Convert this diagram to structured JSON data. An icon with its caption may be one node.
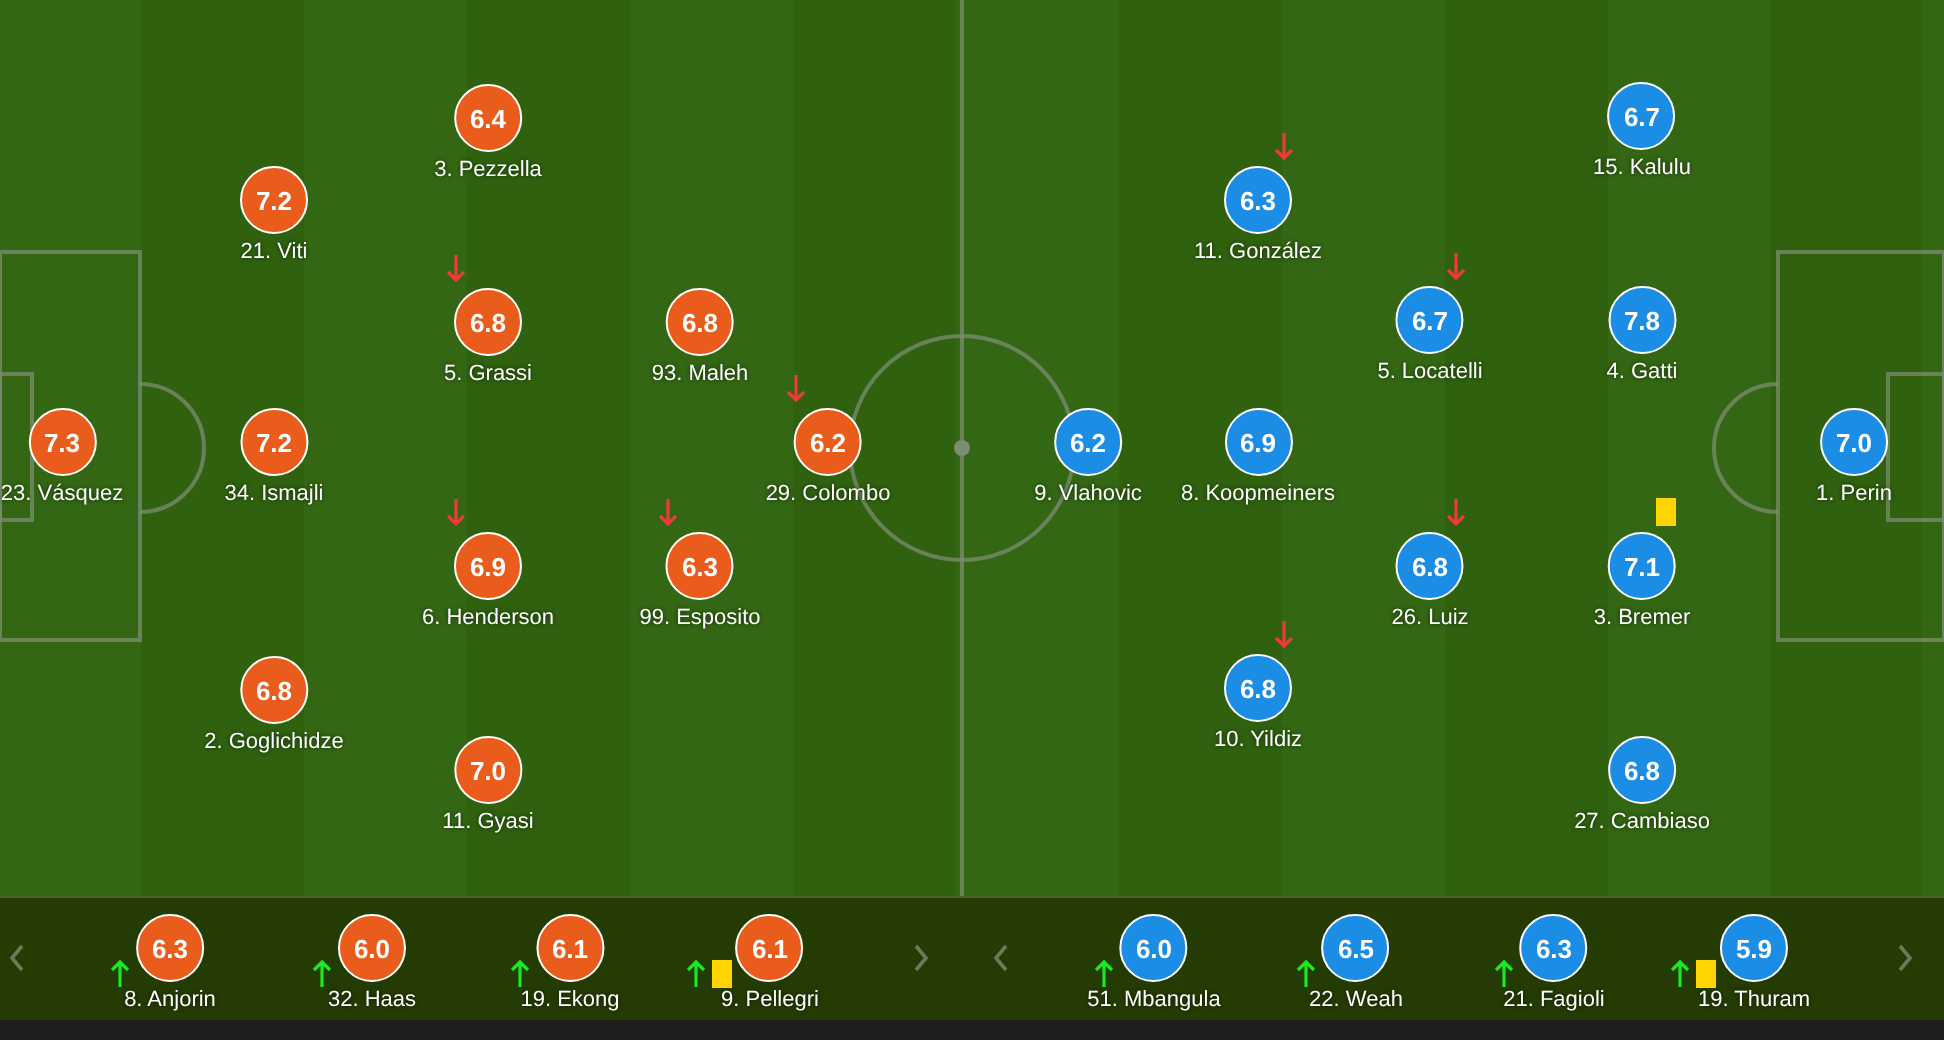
{
  "diagram": {
    "nodes": [
      {
        "text": [
          "7.3"
        ],
        "beside": [
          "23. Vásquez"
        ]
      },
      {
        "text": [
          "7.2"
        ],
        "beside": [
          "21. Viti"
        ]
      },
      {
        "text": [
          "7.2"
        ],
        "beside": [
          "34. Ismajli"
        ]
      },
      {
        "text": [
          "6.8"
        ],
        "beside": [
          "2. Goglichidze"
        ]
      },
      {
        "text": [
          "6.4"
        ],
        "beside": [
          "3. Pezzella"
        ]
      },
      {
        "text": [
          "6.8"
        ],
        "beside": [
          "5. Grassi"
        ]
      },
      {
        "text": [
          "6.9"
        ],
        "beside": [
          "6. Henderson"
        ]
      },
      {
        "text": [
          "7.0"
        ],
        "beside": [
          "11. Gyasi"
        ]
      },
      {
        "text": [
          "6.8"
        ],
        "beside": [
          "93. Maleh"
        ]
      },
      {
        "text": [
          "6.3"
        ],
        "beside": [
          "99. Esposito"
        ]
      },
      {
        "text": [
          "6.2"
        ],
        "beside": [
          "29. Colombo"
        ]
      },
      {
        "text": [
          "6.2"
        ],
        "beside": [
          "9. Vlahovic"
        ]
      },
      {
        "text": [
          "6.3"
        ],
        "beside": [
          "11. González"
        ]
      },
      {
        "text": [
          "6.9"
        ],
        "beside": [
          "8. Koopmeiners"
        ]
      },
      {
        "text": [
          "6.8"
        ],
        "beside": [
          "10. Yildiz"
        ]
      },
      {
        "text": [
          "6.7"
        ],
        "beside": [
          "5. Locatelli"
        ]
      },
      {
        "text": [
          "6.8"
        ],
        "beside": [
          "26. Luiz"
        ]
      },
      {
        "text": [
          "6.7"
        ],
        "beside": [
          "15. Kalulu"
        ]
      },
      {
        "text": [
          "7.8"
        ],
        "beside": [
          "4. Gatti"
        ]
      },
      {
        "text": [
          "7.1"
        ],
        "beside": [
          "3. Bremer"
        ]
      },
      {
        "text": [
          "6.8"
        ],
        "beside": [
          "27. Cambiaso"
        ]
      },
      {
        "text": [
          "7.0"
        ],
        "beside": [
          "1. Perin"
        ]
      },
      {
        "text": [
          "6.3"
        ],
        "beside": [
          "8. Anjorin"
        ]
      },
      {
        "text": [
          "6.0"
        ],
        "beside": [
          "32. Haas"
        ]
      },
      {
        "text": [
          "6.1"
        ],
        "beside": [
          "19. Ekong"
        ]
      },
      {
        "text": [
          "6.1"
        ],
        "beside": [
          "9. Pellegri"
        ]
      },
      {
        "text": [
          "6.0"
        ],
        "beside": [
          "51. Mbangula"
        ]
      },
      {
        "text": [
          "6.5"
        ],
        "beside": [
          "22. Weah"
        ]
      },
      {
        "text": [
          "6.3"
        ],
        "beside": [
          "21. Fagioli"
        ]
      },
      {
        "text": [
          "5.9"
        ],
        "beside": [
          "19. Thuram"
        ]
      }
    ],
    "edges": []
  }
}
